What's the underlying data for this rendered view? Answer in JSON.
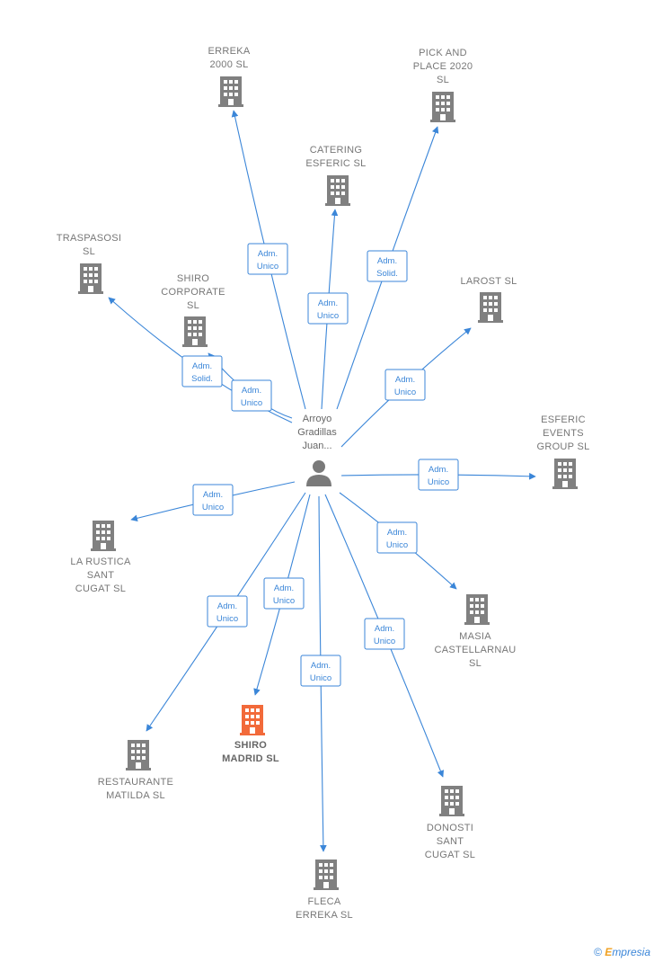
{
  "center": {
    "name_lines": [
      "Arroyo",
      "Gradillas",
      "Juan..."
    ]
  },
  "colors": {
    "edge": "#3b86d8",
    "building": "#808080",
    "highlight": "#f26a3a",
    "person": "#7a7a7a"
  },
  "nodes": [
    {
      "id": "erreka2000",
      "lines": [
        "ERREKA",
        "2000 SL"
      ],
      "edge_lines": [
        "Adm.",
        "Unico"
      ]
    },
    {
      "id": "pickplace",
      "lines": [
        "PICK AND",
        "PLACE 2020",
        "SL"
      ],
      "edge_lines": [
        "Adm.",
        "Solid."
      ]
    },
    {
      "id": "catering",
      "lines": [
        "CATERING",
        "ESFERIC  SL"
      ],
      "edge_lines": [
        "Adm.",
        "Unico"
      ]
    },
    {
      "id": "traspasosi",
      "lines": [
        "TRASPASOSI",
        "SL"
      ],
      "edge_lines": [
        "Adm.",
        "Solid."
      ]
    },
    {
      "id": "shirocorp",
      "lines": [
        "SHIRO",
        "CORPORATE",
        "SL"
      ],
      "edge_lines": [
        "Adm.",
        "Unico"
      ]
    },
    {
      "id": "larost",
      "lines": [
        "LAROST  SL"
      ],
      "edge_lines": [
        "Adm.",
        "Unico"
      ]
    },
    {
      "id": "esferic",
      "lines": [
        "ESFERIC",
        "EVENTS",
        "GROUP  SL"
      ],
      "edge_lines": [
        "Adm.",
        "Unico"
      ]
    },
    {
      "id": "larustica",
      "lines": [
        "LA RUSTICA",
        "SANT",
        "CUGAT  SL"
      ],
      "edge_lines": [
        "Adm.",
        "Unico"
      ]
    },
    {
      "id": "masia",
      "lines": [
        "MASIA",
        "CASTELLARNAU",
        "SL"
      ],
      "edge_lines": [
        "Adm.",
        "Unico"
      ]
    },
    {
      "id": "shiromadrid",
      "lines": [
        "SHIRO",
        "MADRID  SL"
      ],
      "edge_lines": [
        "Adm.",
        "Unico"
      ],
      "highlight": true
    },
    {
      "id": "restaurante",
      "lines": [
        "RESTAURANTE",
        "MATILDA  SL"
      ],
      "edge_lines": [
        "Adm.",
        "Unico"
      ]
    },
    {
      "id": "donosti",
      "lines": [
        "DONOSTI",
        "SANT",
        "CUGAT SL"
      ],
      "edge_lines": [
        "Adm.",
        "Unico"
      ]
    },
    {
      "id": "fleca",
      "lines": [
        "FLECA",
        "ERREKA  SL"
      ],
      "edge_lines": [
        "Adm.",
        "Unico"
      ]
    }
  ],
  "footer": {
    "symbol": "©",
    "brand_initial": "E",
    "brand_rest": "mpresia"
  }
}
